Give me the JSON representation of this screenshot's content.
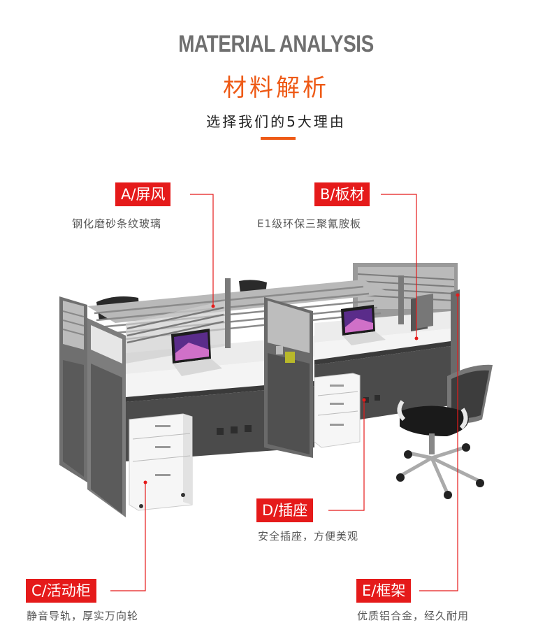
{
  "header": {
    "title_en": "MATERIAL ANALYSIS",
    "title_cn": "材料解析",
    "subtitle": "选择我们的5大理由"
  },
  "callouts": [
    {
      "tag": "A/屏风",
      "desc": "钢化磨砂条纹玻璃"
    },
    {
      "tag": "B/板材",
      "desc": "E1级环保三聚氰胺板"
    },
    {
      "tag": "C/活动柜",
      "desc": "静音导轨，厚实万向轮"
    },
    {
      "tag": "D/插座",
      "desc": "安全插座，方便美观"
    },
    {
      "tag": "E/框架",
      "desc": "优质铝合金，经久耐用"
    }
  ],
  "colors": {
    "accent_orange": "#ee5a16",
    "tag_red": "#e51a1a",
    "title_gray": "#6f6f6f"
  }
}
